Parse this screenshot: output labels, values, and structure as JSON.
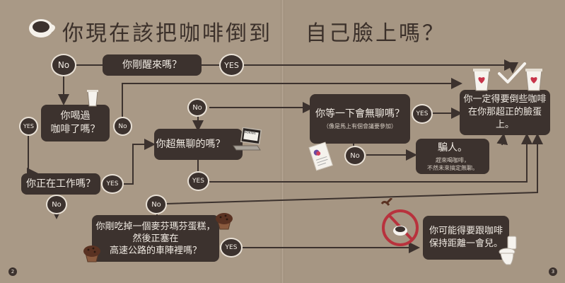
{
  "title": {
    "left": "你現在該把咖啡倒到",
    "right": "自己臉上嗎？"
  },
  "nodes": {
    "q_awake": "你剛醒來嗎？",
    "q_drank": "你喝過\n咖啡了嗎？",
    "q_working": "你正在工作嗎？",
    "q_bored": "你超無聊的嗎？",
    "q_wait_main": "你等一下會無聊嗎？",
    "q_wait_sub": "（像是馬上有個會議要參加）",
    "q_muffin": "你剛吃掉一個麥芬瑪芬蛋糕，\n然後正塞在\n高速公路的車陣裡嗎？",
    "a_must": "你一定得要倒些咖啡\n在你那超正的臉蛋上。",
    "a_liar_main": "騙人。",
    "a_liar_sub": "趕來喝咖啡，\n不然未來搞定無聊。",
    "a_keep": "你可能得要跟咖啡\n保持距離一會兒。"
  },
  "labels": {
    "yes": "YES",
    "no": "No"
  },
  "laptop_text": "BORING",
  "page_numbers": {
    "left": "2",
    "right": "3"
  },
  "colors": {
    "box": "#3c322e",
    "line": "#3c322e",
    "heart": "#c8344a",
    "background": "#a99986"
  }
}
